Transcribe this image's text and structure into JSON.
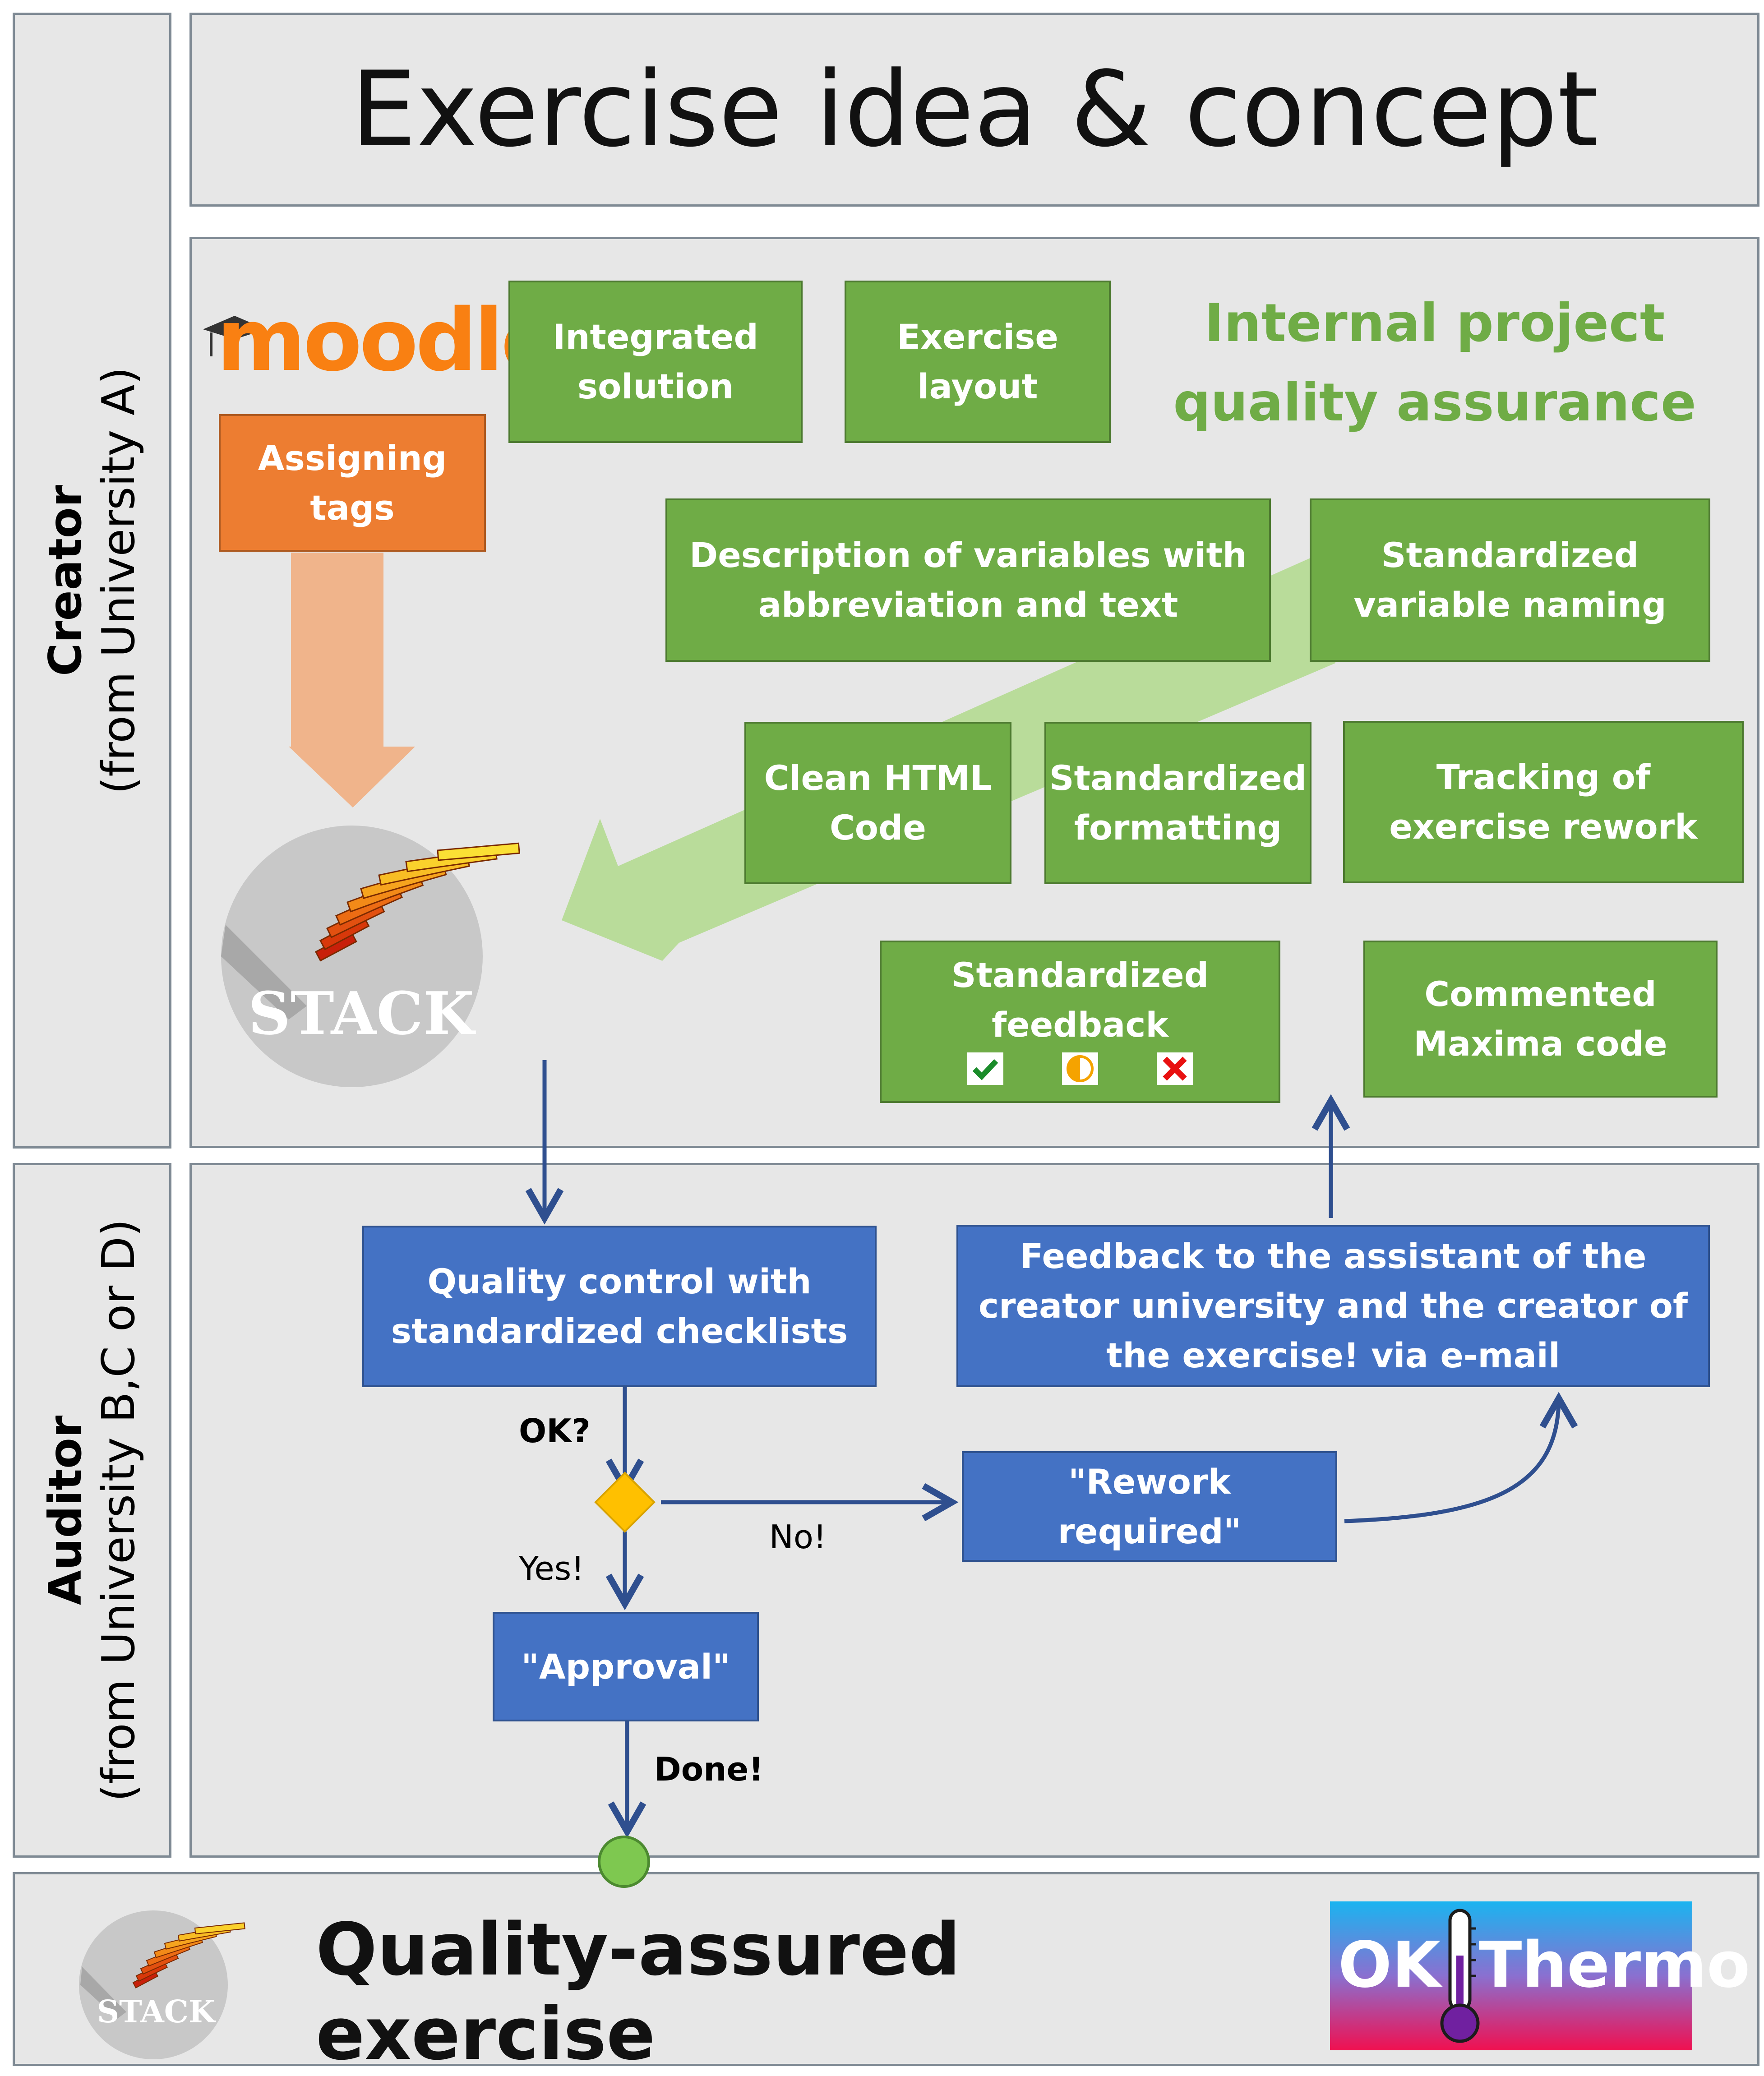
{
  "header": {
    "title": "Exercise idea & concept"
  },
  "roles": {
    "creator": {
      "name": "Creator",
      "origin": "(from University A)"
    },
    "auditor": {
      "name": "Auditor",
      "origin": "(from University B,C or D)"
    }
  },
  "logos": {
    "moodle": "moodle",
    "stack": "STACK",
    "stack_small": "STACK",
    "okthermo_left": "OK",
    "okthermo_right": "Thermo"
  },
  "creator_panel": {
    "assigning_tags": "Assigning tags",
    "qa_heading": "Internal project quality assurance",
    "boxes": {
      "integrated_solution": "Integrated solution",
      "exercise_layout": "Exercise layout",
      "description_variables": "Description of variables with abbreviation and text",
      "standardized_naming": "Standardized variable naming",
      "clean_html": "Clean HTML Code",
      "standardized_formatting": "Standardized formatting",
      "tracking_rework": "Tracking of exercise rework",
      "standardized_feedback": "Standardized feedback",
      "commented_maxima": "Commented Maxima code"
    }
  },
  "auditor_panel": {
    "quality_control": "Quality control with standardized checklists",
    "feedback_email": "Feedback to the assistant of the creator university and the creator of the exercise! via e-mail",
    "rework_required": "\"Rework required\"",
    "approval": "\"Approval\"",
    "label_ok": "OK?",
    "label_no": "No!",
    "label_yes": "Yes!",
    "label_done": "Done!"
  },
  "footer": {
    "result": "Quality-assured exercise"
  },
  "colors": {
    "green": "#6fac46",
    "blue": "#4472c4",
    "orange": "#ed7d31",
    "panel": "#e7e7e7",
    "diamond": "#ffc000",
    "end": "#92d050"
  }
}
